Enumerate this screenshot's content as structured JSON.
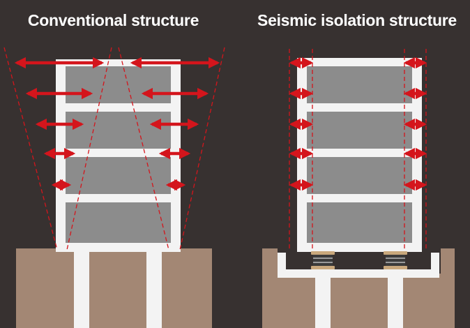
{
  "left": {
    "title": "Conventional structure",
    "type": "conventional"
  },
  "right": {
    "title": "Seismic isolation structure",
    "type": "seismic-isolation"
  },
  "colors": {
    "background": "#373130",
    "frame": "#f3f3f3",
    "wall_panel": "#8c8c8c",
    "ground": "#a38774",
    "arrow": "#d4151c",
    "guide_line": "#d4151c",
    "isolator_plate": "#c9a87c",
    "isolator_rubber": "#3b3b3b"
  },
  "icons": [
    "double-arrow-icon",
    "seismic-isolator-icon"
  ]
}
